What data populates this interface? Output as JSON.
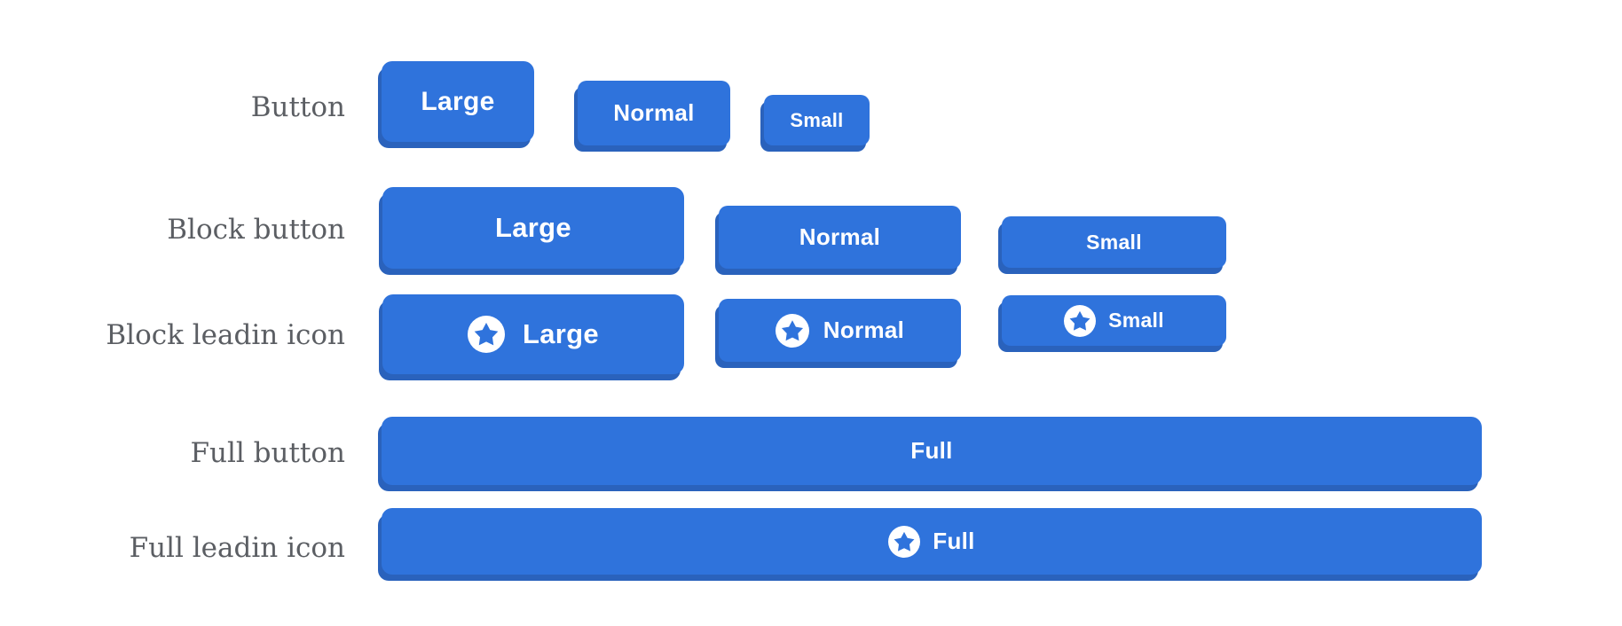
{
  "colors": {
    "button_primary": "#2f73dc",
    "button_shadow": "#2a62bc",
    "button_text": "#ffffff",
    "label_gray": "#5b5e63",
    "page_background": "#ffffff"
  },
  "icons": {
    "leading_icon": "star-icon"
  },
  "rows": [
    {
      "label": "Button",
      "buttons": [
        {
          "label": "Large"
        },
        {
          "label": "Normal"
        },
        {
          "label": "Small"
        }
      ]
    },
    {
      "label": "Block button",
      "buttons": [
        {
          "label": "Large"
        },
        {
          "label": "Normal"
        },
        {
          "label": "Small"
        }
      ]
    },
    {
      "label": "Block leadin icon",
      "buttons": [
        {
          "label": "Large"
        },
        {
          "label": "Normal"
        },
        {
          "label": "Small"
        }
      ]
    },
    {
      "label": "Full button",
      "buttons": [
        {
          "label": "Full"
        }
      ]
    },
    {
      "label": "Full leadin icon",
      "buttons": [
        {
          "label": "Full"
        }
      ]
    }
  ]
}
